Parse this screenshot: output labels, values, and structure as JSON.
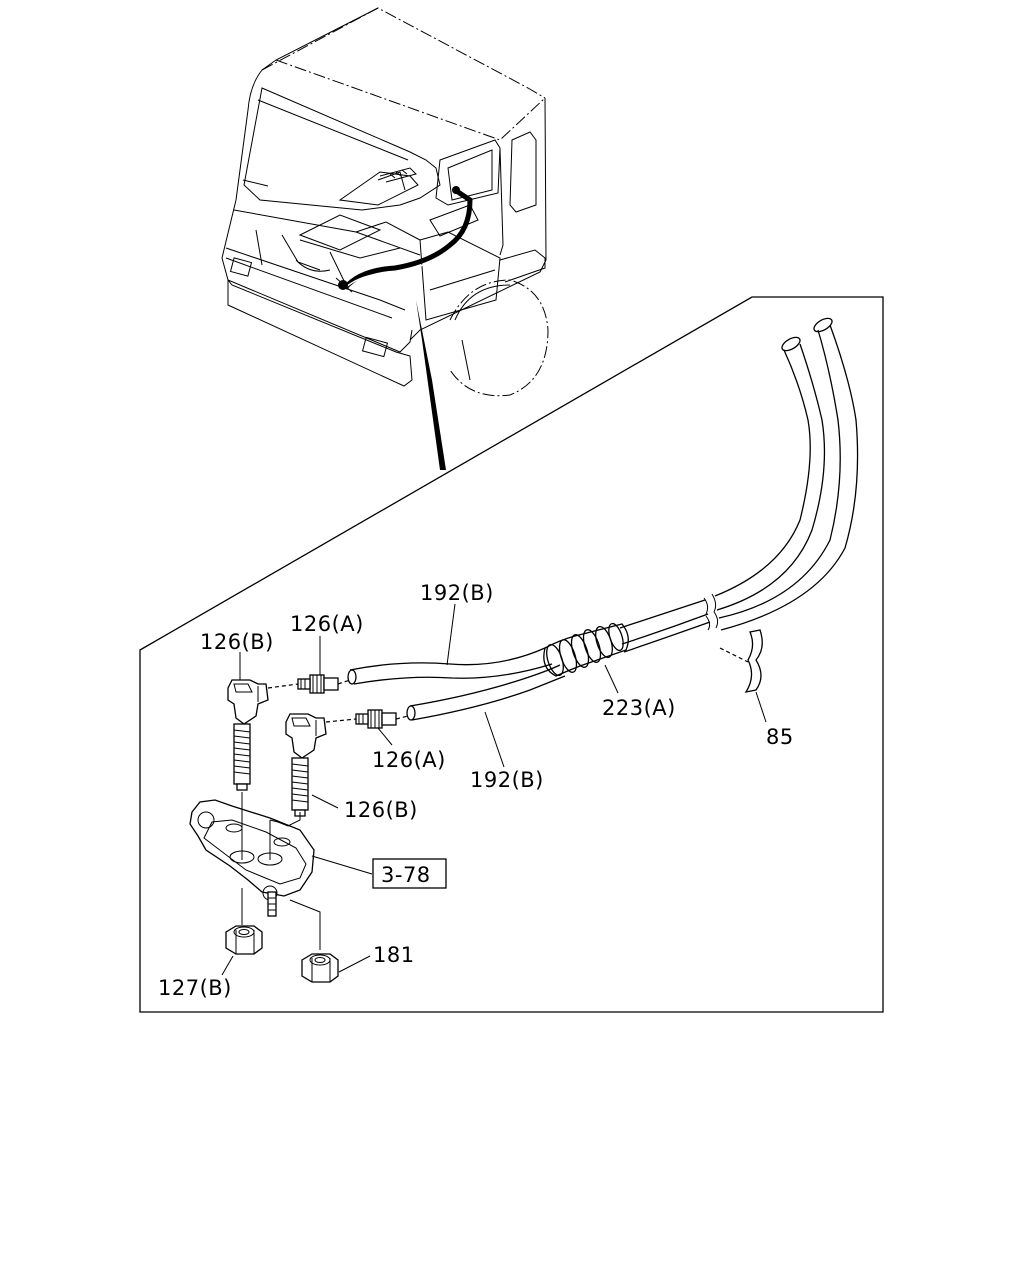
{
  "labels": {
    "l_126B_top": "126(B)",
    "l_126A_top": "126(A)",
    "l_192B_top": "192(B)",
    "l_223A": "223(A)",
    "l_85": "85",
    "l_126A_bottom": "126(A)",
    "l_192B_bottom": "192(B)",
    "l_126B_bottom": "126(B)",
    "l_3_78": "3-78",
    "l_181": "181",
    "l_127B": "127(B)"
  }
}
